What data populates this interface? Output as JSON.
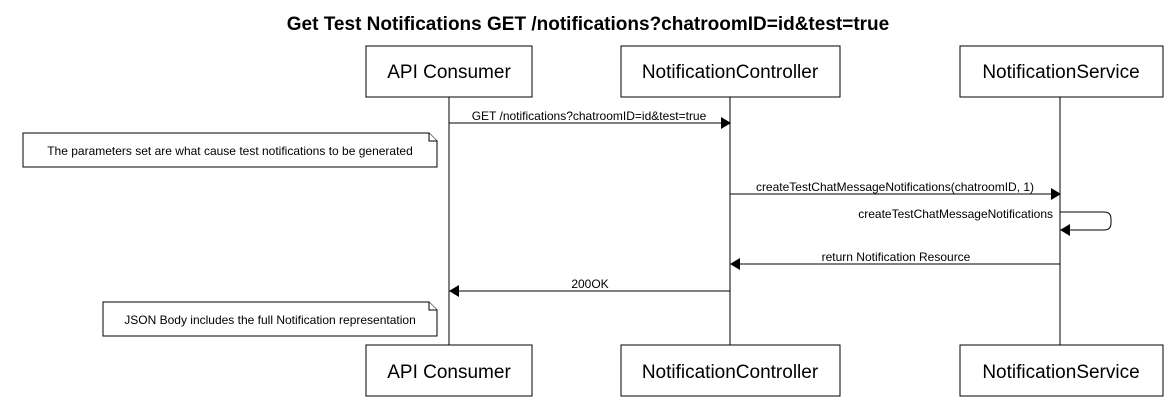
{
  "title": "Get Test Notifications GET /notifications?chatroomID=id&test=true",
  "participants": [
    {
      "label": "API Consumer"
    },
    {
      "label": "NotificationController"
    },
    {
      "label": "NotificationService"
    }
  ],
  "messages": [
    {
      "label": "GET /notifications?chatroomID=id&test=true"
    },
    {
      "label": "createTestChatMessageNotifications(chatroomID, 1)"
    },
    {
      "label": "createTestChatMessageNotifications"
    },
    {
      "label": "return Notification Resource"
    },
    {
      "label": "200OK"
    }
  ],
  "notes": [
    {
      "label": "The parameters set are what cause test notifications to be generated"
    },
    {
      "label": "JSON Body includes the full Notification representation"
    }
  ]
}
